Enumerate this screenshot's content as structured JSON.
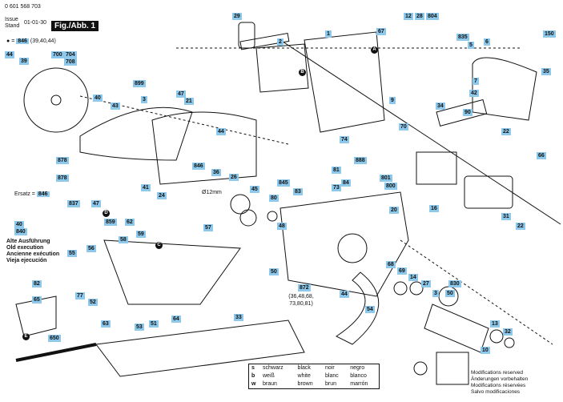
{
  "header": {
    "doc_no": "0 601 568 703",
    "issue_label": "Issue",
    "stand_label": "Stand",
    "date": "01-01-30",
    "fig": "Fig./Abb. 1"
  },
  "ref_line": {
    "prefix": "=",
    "part": "846",
    "refs": "(39,40,44)"
  },
  "ersatz": {
    "label": "Ersatz =",
    "part": "846"
  },
  "old_execution": [
    "Alte Ausführung",
    "Old execution",
    "Ancienne exécution",
    "Vieja ejecución"
  ],
  "dimension": "Ø12mm",
  "sublist": "(36,48,68, 73,80,81)",
  "labels": [
    "29",
    "2",
    "1",
    "12",
    "28",
    "804",
    "67",
    "835",
    "5",
    "6",
    "150",
    "44",
    "39",
    "700",
    "704",
    "708",
    "899",
    "47",
    "21",
    "3",
    "9",
    "40",
    "43",
    "7",
    "42",
    "35",
    "90",
    "34",
    "70",
    "74",
    "22",
    "888",
    "81",
    "73",
    "84",
    "83",
    "845",
    "846",
    "36",
    "26",
    "878",
    "41",
    "24",
    "878",
    "837",
    "47",
    "859",
    "62",
    "57",
    "58",
    "59",
    "55",
    "56",
    "77",
    "52",
    "50",
    "872",
    "68",
    "69",
    "14",
    "27",
    "3",
    "50",
    "830",
    "44",
    "54",
    "20",
    "45",
    "80",
    "48",
    "82",
    "65",
    "63",
    "51",
    "53",
    "64",
    "33",
    "650",
    "801",
    "800",
    "16",
    "31",
    "22",
    "66",
    "40",
    "840",
    "10",
    "13",
    "32",
    "44"
  ],
  "legend": [
    [
      "s",
      "schwarz",
      "black",
      "noir",
      "negro"
    ],
    [
      "b",
      "weiß",
      "white",
      "blanc",
      "blanco"
    ],
    [
      "w",
      "braun",
      "brown",
      "brun",
      "marrón"
    ]
  ],
  "markers": [
    "A",
    "B",
    "C",
    "D",
    "E"
  ],
  "notes": [
    "Modifications reserved",
    "Änderungen vorbehalten",
    "Modifications réservées",
    "Salvo modificaciones"
  ],
  "chart_data": {
    "type": "diagram",
    "title": "Fig./Abb. 1"
  }
}
